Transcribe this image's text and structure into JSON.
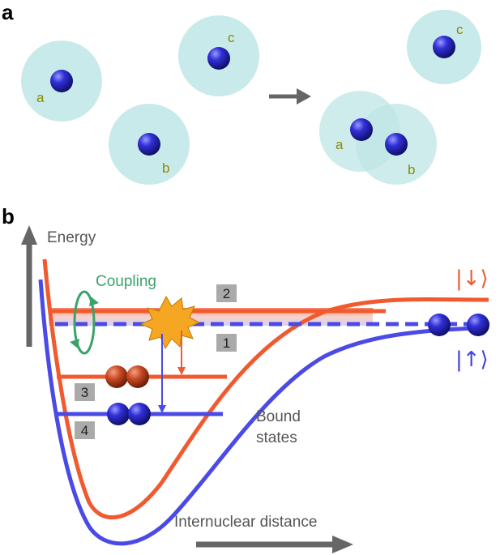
{
  "panel_a": {
    "label": "a",
    "atoms_before": [
      {
        "label": "a"
      },
      {
        "label": "b"
      },
      {
        "label": "c"
      }
    ],
    "atoms_after": [
      {
        "label": "a"
      },
      {
        "label": "b"
      },
      {
        "label": "c"
      }
    ]
  },
  "panel_b": {
    "label": "b",
    "y_axis_label": "Energy",
    "x_axis_label": "Internuclear distance",
    "coupling_label": "Coupling",
    "bound_states_line1": "Bound",
    "bound_states_line2": "states",
    "level_numbers": [
      "2",
      "1",
      "3",
      "4"
    ],
    "spin_down": "|↓⟩",
    "spin_up": "|↑⟩"
  },
  "colors": {
    "atom": "#2a2ad0",
    "cloud": "#bfe6e6",
    "orange": "#f15a2e",
    "blue": "#4a4ae6",
    "coupling": "#3aa36a",
    "arrow_gray": "#666666",
    "star": "#f5a623"
  }
}
